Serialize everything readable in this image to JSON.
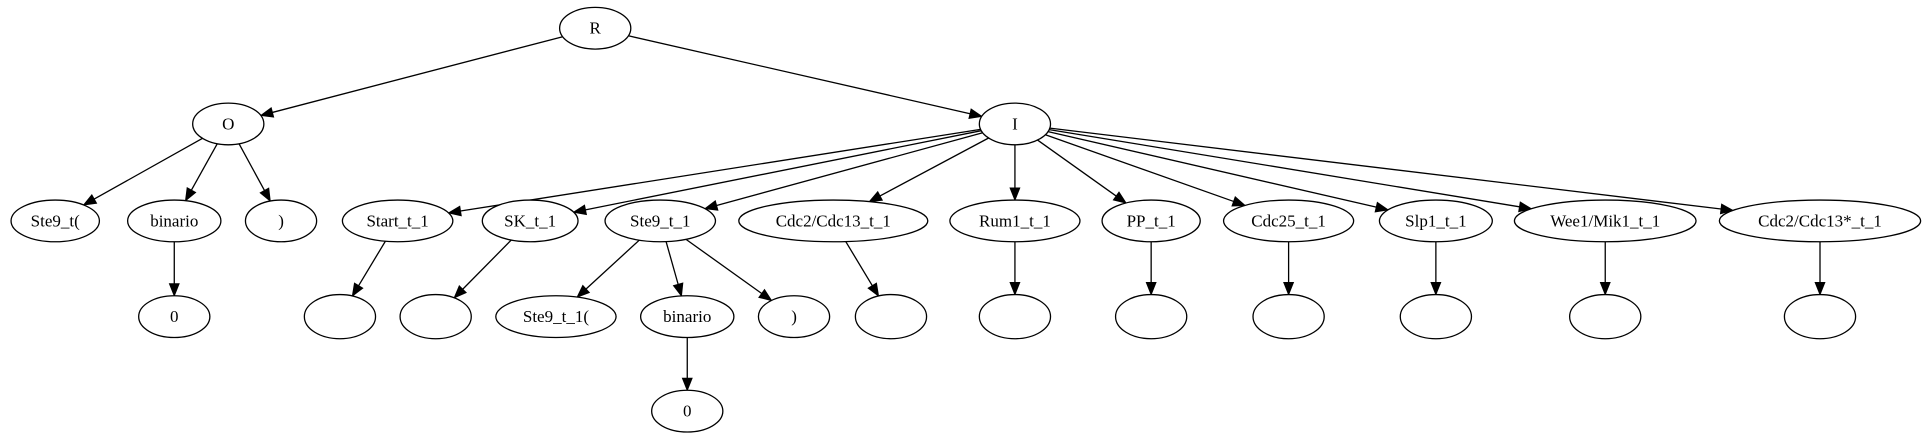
{
  "diagram": {
    "nodes": [
      {
        "id": "R",
        "label": "R"
      },
      {
        "id": "O",
        "label": "O"
      },
      {
        "id": "I",
        "label": "I"
      },
      {
        "id": "o_ste9",
        "label": "Ste9_t("
      },
      {
        "id": "o_binario",
        "label": "binario"
      },
      {
        "id": "o_close",
        "label": ")"
      },
      {
        "id": "o_zero",
        "label": "0"
      },
      {
        "id": "start",
        "label": "Start_t_1"
      },
      {
        "id": "sk",
        "label": "SK_t_1"
      },
      {
        "id": "ste9",
        "label": "Ste9_t_1"
      },
      {
        "id": "cdc2cdc13",
        "label": "Cdc2/Cdc13_t_1"
      },
      {
        "id": "rum1",
        "label": "Rum1_t_1"
      },
      {
        "id": "pp",
        "label": "PP_t_1"
      },
      {
        "id": "cdc25",
        "label": "Cdc25_t_1"
      },
      {
        "id": "slp1",
        "label": "Slp1_t_1"
      },
      {
        "id": "wee1",
        "label": "Wee1/Mik1_t_1"
      },
      {
        "id": "cdc2cdc13s",
        "label": "Cdc2/Cdc13*_t_1"
      },
      {
        "id": "start_c",
        "label": ""
      },
      {
        "id": "sk_c",
        "label": ""
      },
      {
        "id": "ste9_open",
        "label": "Ste9_t_1("
      },
      {
        "id": "ste9_binario",
        "label": "binario"
      },
      {
        "id": "ste9_close",
        "label": ")"
      },
      {
        "id": "ste9_zero",
        "label": "0"
      },
      {
        "id": "cdc2cdc13_c",
        "label": ""
      },
      {
        "id": "rum1_c",
        "label": ""
      },
      {
        "id": "pp_c",
        "label": ""
      },
      {
        "id": "cdc25_c",
        "label": ""
      },
      {
        "id": "slp1_c",
        "label": ""
      },
      {
        "id": "wee1_c",
        "label": ""
      },
      {
        "id": "cdc2cdc13s_c",
        "label": ""
      }
    ],
    "edges": [
      {
        "from": "R",
        "to": "O"
      },
      {
        "from": "R",
        "to": "I"
      },
      {
        "from": "O",
        "to": "o_ste9"
      },
      {
        "from": "O",
        "to": "o_binario"
      },
      {
        "from": "O",
        "to": "o_close"
      },
      {
        "from": "o_binario",
        "to": "o_zero"
      },
      {
        "from": "I",
        "to": "start"
      },
      {
        "from": "I",
        "to": "sk"
      },
      {
        "from": "I",
        "to": "ste9"
      },
      {
        "from": "I",
        "to": "cdc2cdc13"
      },
      {
        "from": "I",
        "to": "rum1"
      },
      {
        "from": "I",
        "to": "pp"
      },
      {
        "from": "I",
        "to": "cdc25"
      },
      {
        "from": "I",
        "to": "slp1"
      },
      {
        "from": "I",
        "to": "wee1"
      },
      {
        "from": "I",
        "to": "cdc2cdc13s"
      },
      {
        "from": "start",
        "to": "start_c"
      },
      {
        "from": "sk",
        "to": "sk_c"
      },
      {
        "from": "ste9",
        "to": "ste9_open"
      },
      {
        "from": "ste9",
        "to": "ste9_binario"
      },
      {
        "from": "ste9",
        "to": "ste9_close"
      },
      {
        "from": "ste9_binario",
        "to": "ste9_zero"
      },
      {
        "from": "cdc2cdc13",
        "to": "cdc2cdc13_c"
      },
      {
        "from": "rum1",
        "to": "rum1_c"
      },
      {
        "from": "pp",
        "to": "pp_c"
      },
      {
        "from": "cdc25",
        "to": "cdc25_c"
      },
      {
        "from": "slp1",
        "to": "slp1_c"
      },
      {
        "from": "wee1",
        "to": "wee1_c"
      },
      {
        "from": "cdc2cdc13s",
        "to": "cdc2cdc13s_c"
      }
    ]
  }
}
